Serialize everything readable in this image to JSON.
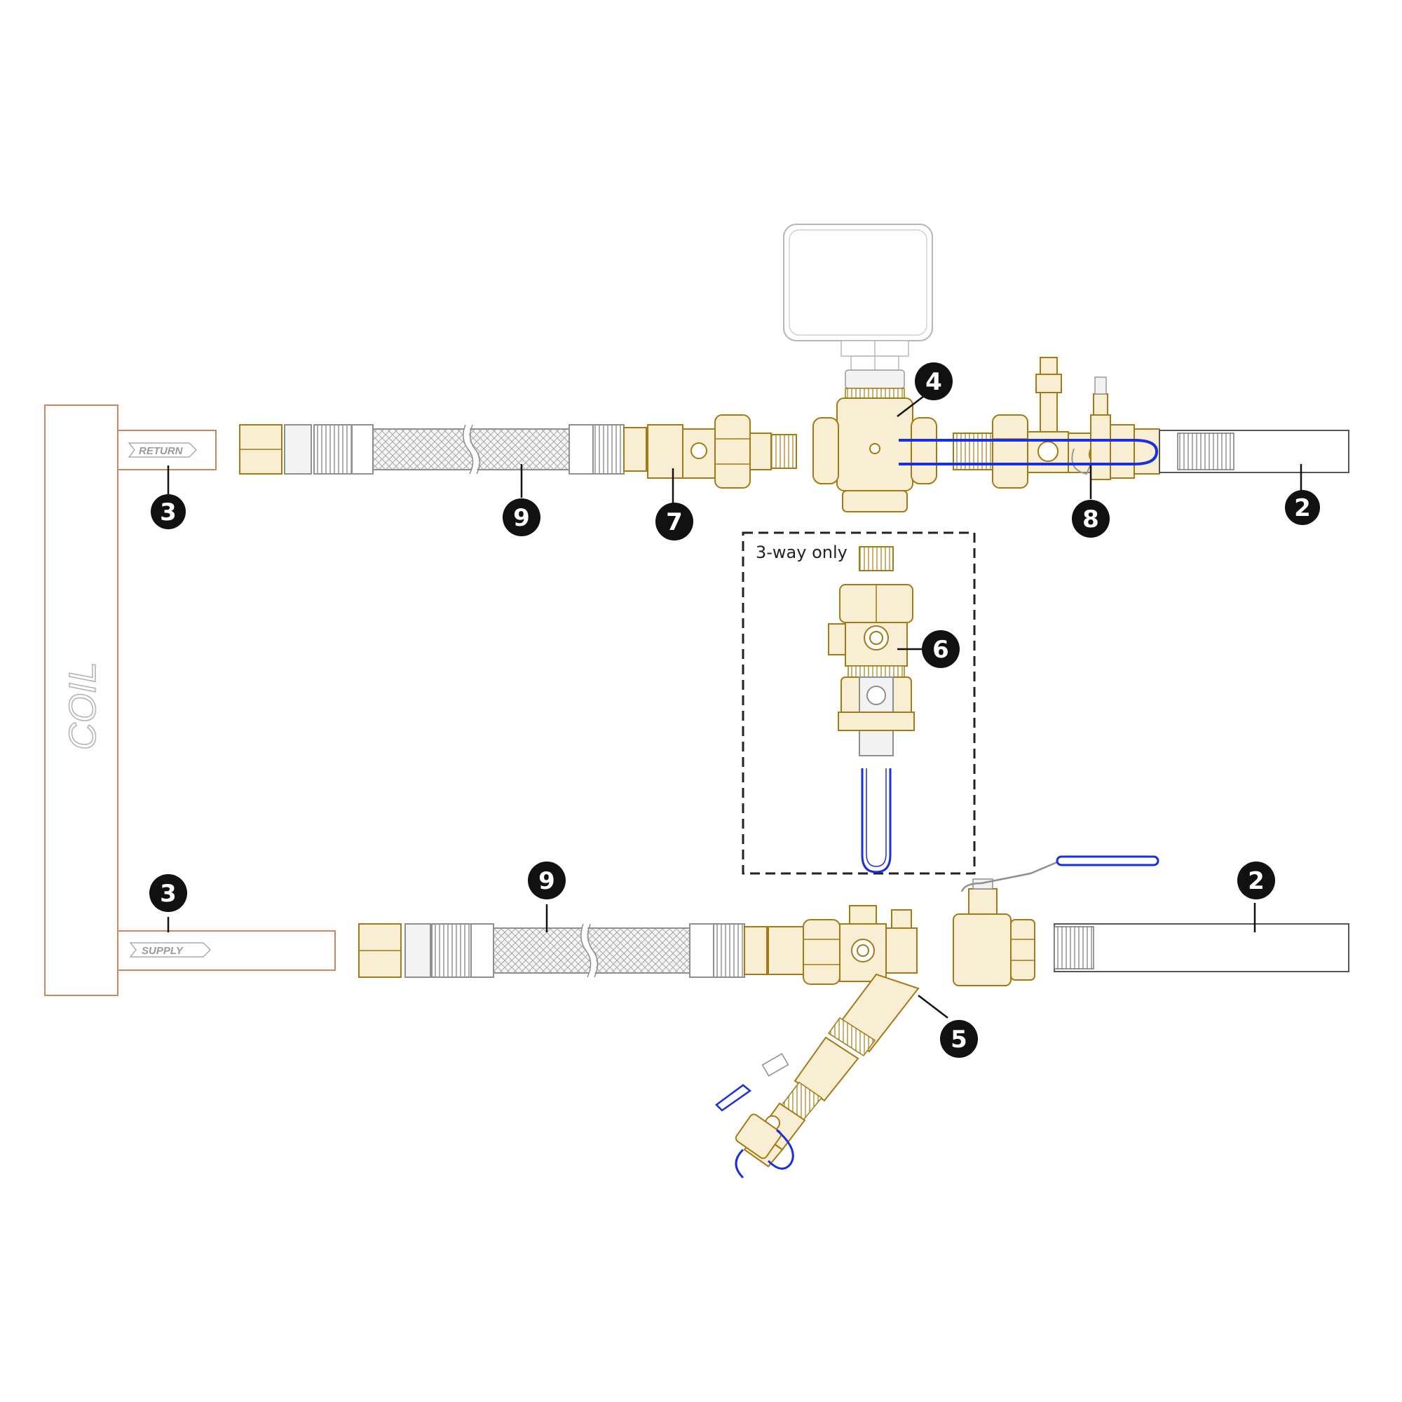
{
  "labels": {
    "coil": "COIL",
    "return_tag": "RETURN",
    "supply_tag": "SUPPLY",
    "three_way_note": "3-way only"
  },
  "callouts": [
    {
      "id": "return-pipe",
      "text": "3"
    },
    {
      "id": "return-hose",
      "text": "9"
    },
    {
      "id": "return-union",
      "text": "7"
    },
    {
      "id": "control-valve",
      "text": "4"
    },
    {
      "id": "return-ball-valve",
      "text": "8"
    },
    {
      "id": "return-nipple",
      "text": "2"
    },
    {
      "id": "bypass-valve",
      "text": "6"
    },
    {
      "id": "supply-pipe",
      "text": "3"
    },
    {
      "id": "supply-hose",
      "text": "9"
    },
    {
      "id": "supply-nipple",
      "text": "2"
    },
    {
      "id": "y-strainer",
      "text": "5"
    }
  ],
  "colors": {
    "brass": "#a47a12",
    "brass_fill": "#f7eed4",
    "copper": "#c8875c",
    "steel": "#8f8f8f",
    "handle_blue": "#1a2fe0",
    "actuator": "#b5b5b5",
    "callout": "#111111",
    "frame": "#222222"
  }
}
